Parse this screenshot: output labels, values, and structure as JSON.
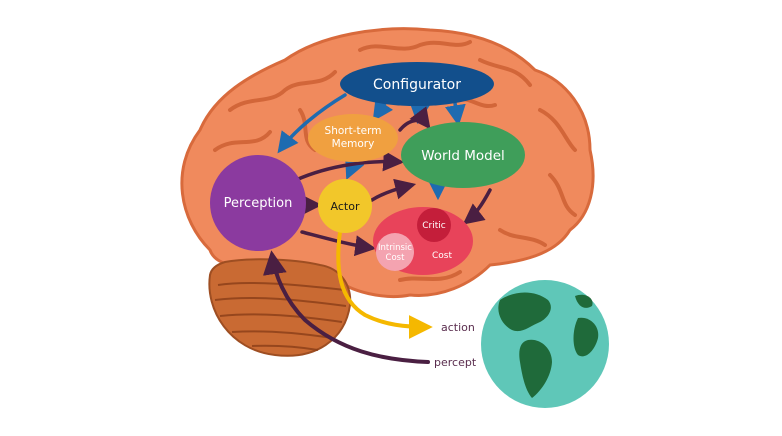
{
  "diagram": {
    "modules": {
      "configurator": "Configurator",
      "short_term_memory_line1": "Short-term",
      "short_term_memory_line2": "Memory",
      "world_model": "World Model",
      "perception": "Perception",
      "actor": "Actor",
      "critic": "Critic",
      "intrinsic_cost_line1": "Intrinsic",
      "intrinsic_cost_line2": "Cost",
      "cost": "Cost"
    },
    "io": {
      "action": "action",
      "percept": "percept"
    }
  },
  "colors": {
    "configurator": "#124f8c",
    "short_term_memory": "#f0a040",
    "world_model": "#3f9e5a",
    "perception": "#8b3a9f",
    "actor": "#f2c72a",
    "cost": "#e8435a",
    "critic": "#c41e3a",
    "intrinsic_cost": "#f4a3b0",
    "brain": "#f08a5d",
    "cerebellum": "#c96a33",
    "arrow_dark": "#4a1f42",
    "arrow_blue": "#1e6bb0",
    "arrow_action": "#f5b800",
    "earth_ocean": "#5fc7b8",
    "earth_land": "#1f6a3a"
  }
}
